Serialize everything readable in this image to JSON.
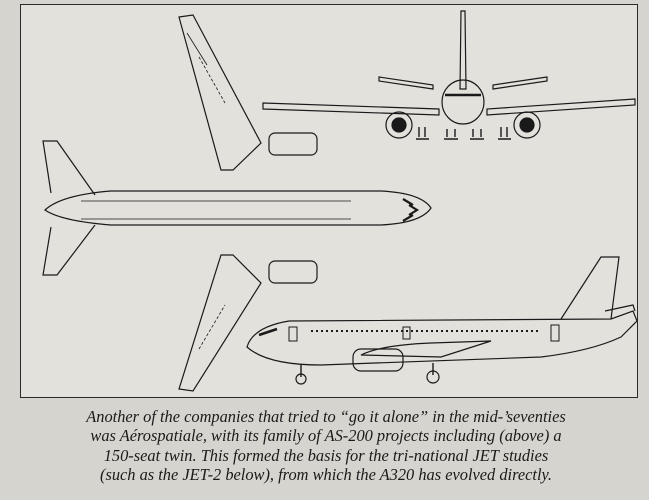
{
  "caption": {
    "lines": [
      "Another of the companies that tried to “go it alone” in the mid-’seventies",
      "was Aérospatiale, with its family of AS-200 projects including (above) a",
      "150-seat twin. This formed the basis for the tri-national JET studies",
      "(such as the JET-2 below), from which the A320 has evolved directly."
    ]
  },
  "colors": {
    "paper": "#d6d4cf",
    "ink": "#1a1a1a",
    "panel": "#e3e1dc"
  }
}
